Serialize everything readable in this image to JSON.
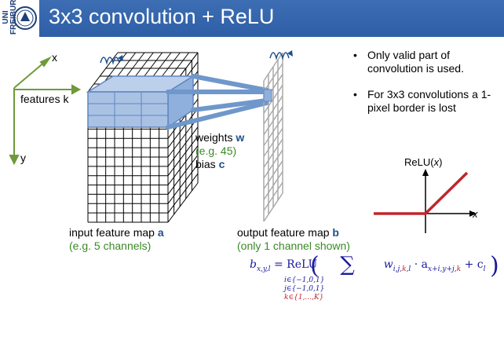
{
  "logo": {
    "text": "UNI FREIBURG"
  },
  "title": "3x3 convolution + ReLU",
  "axes": {
    "x": "x",
    "features": "features k",
    "y": "y"
  },
  "weights": {
    "line1_prefix": "weights ",
    "line1_var": "w",
    "line2": "(e.g. 45)",
    "line3_prefix": "bias ",
    "line3_var": "c"
  },
  "input_caption": {
    "line1_prefix": "input feature map ",
    "line1_var": "a",
    "line2": "(e.g. 5 channels)"
  },
  "output_caption": {
    "line1_prefix": "output feature map ",
    "line1_var": "b",
    "line2": "(only 1 channel shown)"
  },
  "bullets": [
    "Only valid part of convolution is used.",
    "For 3x3 convolutions a 1-pixel border is lost"
  ],
  "relu_plot": {
    "title_prefix": "ReLU(",
    "title_var": "x",
    "title_suffix": ")",
    "x_label": "x"
  },
  "formula": {
    "lhs": "b",
    "lhs_sub": "x,y,l",
    "eq": " = ReLU",
    "sum": "∑",
    "w": "w",
    "w_sub_a": "i,j,",
    "w_sub_k": "k",
    "w_sub_b": ",l",
    "dot": " · a",
    "a_sub_a": "x+i,y+j,",
    "a_sub_k": "k",
    "plus": " + c",
    "c_sub": "l",
    "cond_i": "i∈{−1,0,1}",
    "cond_j": "j∈{−1,0,1}",
    "cond_k": "k∈{1,...,K}"
  },
  "colors": {
    "header": "#2e5fa6",
    "kernel": "#a9c1e3",
    "kernel_edge": "#5f86c1",
    "axis_green": "#6e9a3a",
    "relu_red": "#c0262d",
    "output_grid": "#aaaaaa"
  }
}
